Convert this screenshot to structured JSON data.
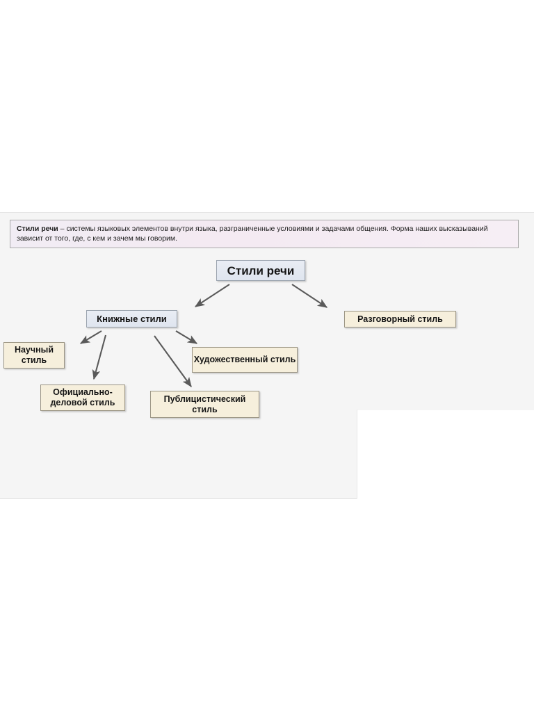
{
  "slide": {
    "background_color": "#f5f5f5",
    "page_background": "#ffffff"
  },
  "banner": {
    "term": "Стили речи",
    "definition": " – системы языковых элементов внутри языка, разграниченные условиями и задачами общения. Форма наших высказываний зависит от того, где, с кем и зачем мы говорим.",
    "fill_color": "#f3ecf4",
    "border_color": "#a9a9a9"
  },
  "diagram": {
    "type": "hierarchy",
    "nodes": [
      {
        "id": "title",
        "label": "Стили речи",
        "level": 0,
        "style": "blue"
      },
      {
        "id": "book",
        "label": "Книжные стили",
        "level": 1,
        "style": "blue"
      },
      {
        "id": "colloquial",
        "label": "Разговорный стиль",
        "level": 1,
        "style": "cream"
      },
      {
        "id": "science",
        "label": "Научный стиль",
        "level": 2,
        "style": "cream"
      },
      {
        "id": "official",
        "label": "Официально-деловой стиль",
        "level": 2,
        "style": "cream"
      },
      {
        "id": "publicist",
        "label": "Публицистический стиль",
        "level": 2,
        "style": "cream"
      },
      {
        "id": "artistic",
        "label": "Художественный стиль",
        "level": 2,
        "style": "cream"
      }
    ],
    "edges": [
      {
        "from": "title",
        "to": "book"
      },
      {
        "from": "title",
        "to": "colloquial"
      },
      {
        "from": "book",
        "to": "science"
      },
      {
        "from": "book",
        "to": "official"
      },
      {
        "from": "book",
        "to": "publicist"
      },
      {
        "from": "book",
        "to": "artistic"
      }
    ],
    "colors": {
      "blue_fill": "#e4e9f1",
      "cream_fill": "#f6efdc",
      "arrow": "#5a5a5a",
      "node_border": "#8d8d8d"
    }
  }
}
